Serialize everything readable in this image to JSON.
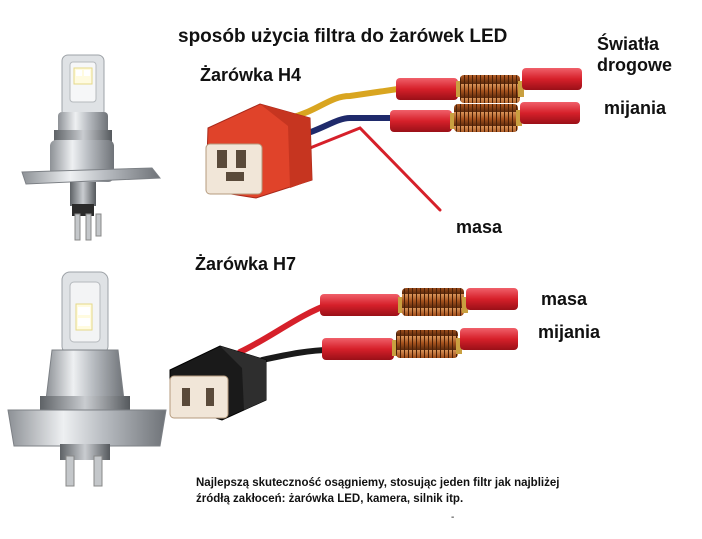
{
  "title": "sposób użycia filtra do żarówek LED",
  "h4": {
    "label": "Żarówka H4",
    "high_beam_line1": "Światła",
    "high_beam_line2": "drogowe",
    "low_beam": "mijania",
    "ground": "masa"
  },
  "h7": {
    "label": "Żarówka H7",
    "ground": "masa",
    "low_beam": "mijania"
  },
  "note": {
    "line1": "Najlepszą skuteczność osągniemy, stosując jeden filtr jak najbliżej",
    "line2": "źródłą zakłoceń: żarówka LED, kamera, silnik itp."
  },
  "footer_mark": "-",
  "colors": {
    "wire_red": "#d6202a",
    "wire_yellow": "#d9a520",
    "wire_blue": "#1f2a6b",
    "connector_h4": "#e0432a",
    "connector_h7": "#1a1a1a",
    "coil": "#b8642a"
  },
  "icons": [
    "led-bulb-h4-icon",
    "led-bulb-h7-icon",
    "h4-connector-icon",
    "h7-connector-icon",
    "inductor-filter-icon"
  ]
}
